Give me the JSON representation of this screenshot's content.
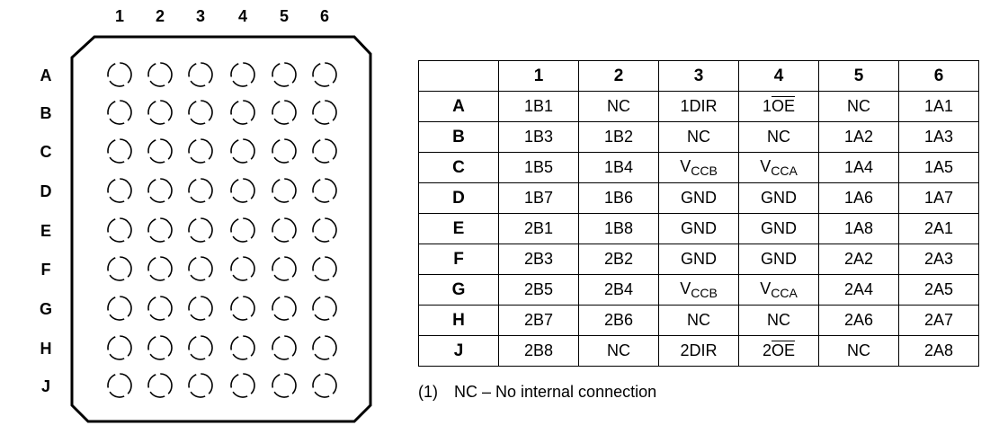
{
  "package": {
    "col_labels": [
      "1",
      "2",
      "3",
      "4",
      "5",
      "6"
    ],
    "row_labels": [
      "A",
      "B",
      "C",
      "D",
      "E",
      "F",
      "G",
      "H",
      "J"
    ]
  },
  "table": {
    "col_headers": [
      "1",
      "2",
      "3",
      "4",
      "5",
      "6"
    ],
    "rows": [
      {
        "label": "A",
        "cells": [
          "1B1",
          "NC",
          "1DIR",
          "1OE",
          "NC",
          "1A1"
        ]
      },
      {
        "label": "B",
        "cells": [
          "1B3",
          "1B2",
          "NC",
          "NC",
          "1A2",
          "1A3"
        ]
      },
      {
        "label": "C",
        "cells": [
          "1B5",
          "1B4",
          "VCCB",
          "VCCA",
          "1A4",
          "1A5"
        ]
      },
      {
        "label": "D",
        "cells": [
          "1B7",
          "1B6",
          "GND",
          "GND",
          "1A6",
          "1A7"
        ]
      },
      {
        "label": "E",
        "cells": [
          "2B1",
          "1B8",
          "GND",
          "GND",
          "1A8",
          "2A1"
        ]
      },
      {
        "label": "F",
        "cells": [
          "2B3",
          "2B2",
          "GND",
          "GND",
          "2A2",
          "2A3"
        ]
      },
      {
        "label": "G",
        "cells": [
          "2B5",
          "2B4",
          "VCCB",
          "VCCA",
          "2A4",
          "2A5"
        ]
      },
      {
        "label": "H",
        "cells": [
          "2B7",
          "2B6",
          "NC",
          "NC",
          "2A6",
          "2A7"
        ]
      },
      {
        "label": "J",
        "cells": [
          "2B8",
          "NC",
          "2DIR",
          "2OE",
          "NC",
          "2A8"
        ]
      }
    ]
  },
  "footnote": {
    "number": "(1)",
    "text": "NC – No internal connection"
  }
}
